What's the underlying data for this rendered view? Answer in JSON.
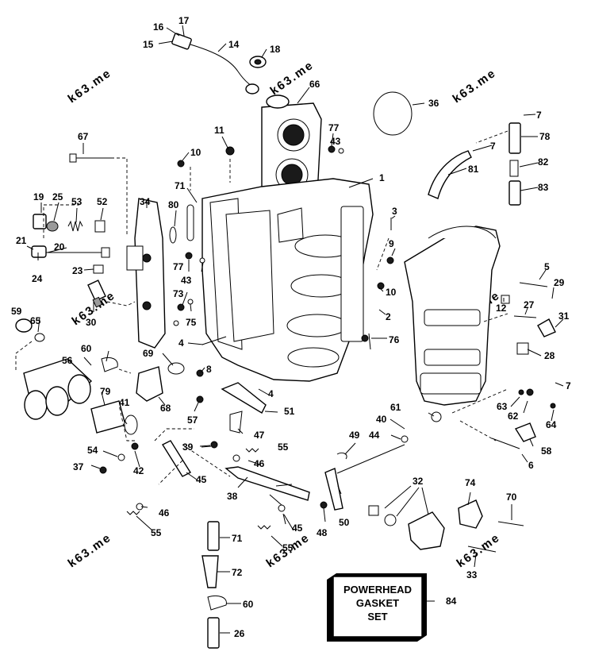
{
  "watermark_text": "k63.me",
  "callouts": {
    "n1": "1",
    "n2": "2",
    "n3": "3",
    "n4": "4",
    "n5": "5",
    "n6": "6",
    "n7": "7",
    "n8": "8",
    "n9": "9",
    "n10": "10",
    "n11": "11",
    "n12": "12",
    "n14": "14",
    "n15": "15",
    "n16": "16",
    "n17": "17",
    "n18": "18",
    "n19": "19",
    "n20": "20",
    "n21": "21",
    "n23": "23",
    "n24": "24",
    "n25": "25",
    "n26": "26",
    "n27": "27",
    "n28": "28",
    "n29": "29",
    "n30": "30",
    "n31": "31",
    "n32": "32",
    "n33": "33",
    "n34": "34",
    "n36": "36",
    "n37": "37",
    "n38": "38",
    "n39": "39",
    "n40": "40",
    "n41": "41",
    "n42": "42",
    "n43": "43",
    "n44": "44",
    "n45": "45",
    "n46": "46",
    "n47": "47",
    "n48": "48",
    "n49": "49",
    "n50": "50",
    "n51": "51",
    "n52": "52",
    "n53": "53",
    "n54": "54",
    "n55": "55",
    "n56": "56",
    "n57": "57",
    "n58": "58",
    "n59": "59",
    "n60": "60",
    "n61": "61",
    "n62": "62",
    "n63": "63",
    "n64": "64",
    "n65": "65",
    "n66": "66",
    "n67": "67",
    "n68": "68",
    "n69": "69",
    "n70": "70",
    "n71": "71",
    "n72": "72",
    "n73": "73",
    "n74": "74",
    "n75": "75",
    "n76": "76",
    "n77": "77",
    "n78": "78",
    "n79": "79",
    "n80": "80",
    "n81": "81",
    "n82": "82",
    "n83": "83",
    "n84": "84"
  },
  "gasket_set": {
    "line1": "POWERHEAD",
    "line2": "GASKET",
    "line3": "SET"
  }
}
